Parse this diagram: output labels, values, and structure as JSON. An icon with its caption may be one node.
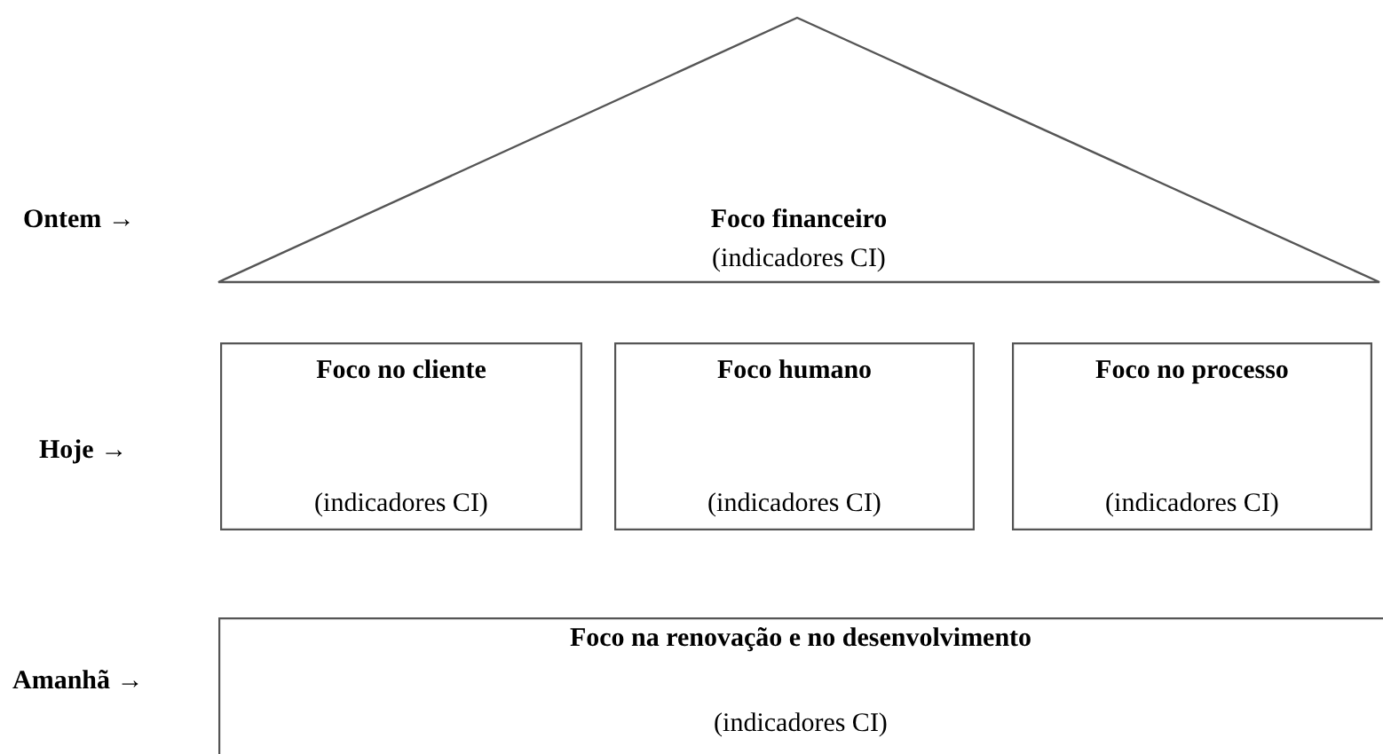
{
  "diagram": {
    "nodes": [
      {
        "text": [
          "Foco financeiro",
          "(indicadores CI)"
        ]
      },
      {
        "text": [
          "Foco no cliente",
          "(indicadores CI)"
        ]
      },
      {
        "text": [
          "Foco humano",
          "(indicadores CI)"
        ]
      },
      {
        "text": [
          "Foco no processo",
          "(indicadores CI)"
        ]
      },
      {
        "text": [
          "Foco na renovação e no desenvolvimento",
          "(indicadores CI)"
        ]
      }
    ],
    "labels": [
      "Ontem →",
      "Hoje →",
      "Amanhã →"
    ]
  }
}
